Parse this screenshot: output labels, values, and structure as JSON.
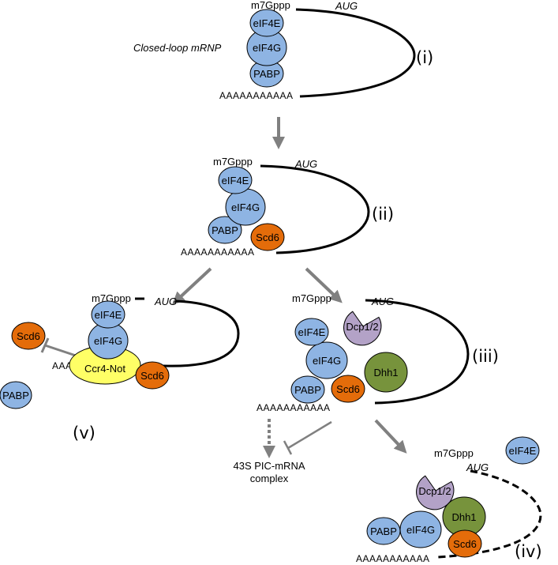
{
  "colors": {
    "protein_blue": "#8EB4E3",
    "scd6_orange": "#E46C0A",
    "dhh1_green": "#77933C",
    "dcp_purple": "#B3A2C7",
    "ccr4_yellow": "#FFFF66",
    "arrow_gray": "#808080",
    "mrna_black": "#000000"
  },
  "labels": {
    "cap": "m7Gppp",
    "start_codon": "AUG",
    "poly_a": "AAAAAAAAAAA",
    "closed_loop": "Closed-loop mRNP",
    "eif4e": "eIF4E",
    "eif4g": "eIF4G",
    "pabp": "PABP",
    "scd6": "Scd6",
    "dcp": "Dcp1/2",
    "dhh1": "Dhh1",
    "ccr4": "Ccr4-Not",
    "pic_line1": "43S PIC-mRNA",
    "pic_line2": "complex"
  },
  "stages": {
    "i": "(i)",
    "ii": "(ii)",
    "iii": "(iii)",
    "iv": "(iv)",
    "v": "(v)"
  }
}
